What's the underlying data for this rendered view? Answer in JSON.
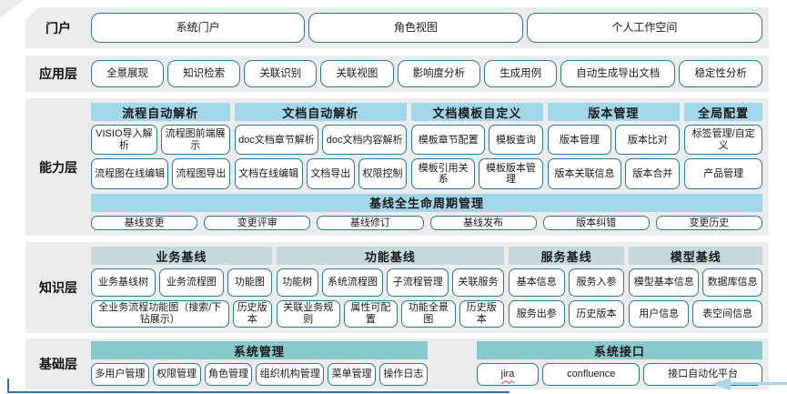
{
  "colors": {
    "band_background": "#ececec",
    "button_border": "#2b7a99",
    "capability_header": "#a2d6e9",
    "knowledge_header": "#c6d9da",
    "foundation_header": "#87cace",
    "bottom_corner_line": "#2e74b5",
    "arrow": "#a9d6e8",
    "spellcheck_underline": "#d83a34"
  },
  "layers": [
    {
      "id": "portal",
      "label": "门户",
      "buttons": [
        "系统门户",
        "角色视图",
        "个人工作空间"
      ]
    },
    {
      "id": "application",
      "label": "应用层",
      "buttons": [
        "全景展现",
        "知识检索",
        "关联识别",
        "关联视图",
        "影响度分析",
        "生成用例",
        "自动生成导出文档",
        "稳定性分析"
      ]
    },
    {
      "id": "capability",
      "label": "能力层",
      "groups": [
        {
          "title": "流程自动解析",
          "rows": [
            [
              "VISIO导入解析",
              "流程图前端展示"
            ],
            [
              "流程图在线编辑",
              "流程图导出"
            ]
          ]
        },
        {
          "title": "文档自动解析",
          "rows": [
            [
              "doc文档章节解析",
              "doc文档内容解析"
            ],
            [
              "文档在线编辑",
              "文档导出",
              "权限控制"
            ]
          ]
        },
        {
          "title": "文档模板自定义",
          "rows": [
            [
              "模板章节配置",
              "模板查询"
            ],
            [
              "模板引用关系",
              "模板版本管理"
            ]
          ]
        },
        {
          "title": "版本管理",
          "rows": [
            [
              "版本管理",
              "版本比对"
            ],
            [
              "版本关联信息",
              "版本合并"
            ]
          ]
        },
        {
          "title": "全局配置",
          "rows": [
            [
              "标签管理/自定义"
            ],
            [
              "产品管理"
            ]
          ]
        }
      ],
      "baseline": {
        "title": "基线全生命周期管理",
        "buttons": [
          "基线变更",
          "变更评审",
          "基线修订",
          "基线发布",
          "版本纠错",
          "变更历史"
        ]
      }
    },
    {
      "id": "knowledge",
      "label": "知识层",
      "groups": [
        {
          "title": "业务基线",
          "rows": [
            [
              "业务基线树",
              "业务流程图",
              "功能图"
            ],
            [
              "全业务流程功能图（搜索/下钻展示）",
              "历史版本"
            ]
          ]
        },
        {
          "title": "功能基线",
          "rows": [
            [
              "功能树",
              "系统流程图",
              "子流程管理",
              "关联服务"
            ],
            [
              "关联业务规则",
              "属性可配置",
              "功能全景图",
              "历史版本"
            ]
          ]
        },
        {
          "title": "服务基线",
          "rows": [
            [
              "基本信息",
              "服务入参"
            ],
            [
              "服务出参",
              "历史版本"
            ]
          ]
        },
        {
          "title": "模型基线",
          "rows": [
            [
              "模型基本信息",
              "数据库信息"
            ],
            [
              "用户信息",
              "表空间信息"
            ]
          ]
        }
      ]
    },
    {
      "id": "foundation",
      "label": "基础层",
      "groups": [
        {
          "title": "系统管理",
          "rows": [
            [
              "多用户管理",
              "权限管理",
              "角色管理",
              "组织机构管理",
              "菜单管理",
              "操作日志"
            ]
          ]
        },
        {
          "title": "系统接口",
          "rows": [
            [
              {
                "label": "jira",
                "spellcheck_underline": true
              },
              "confluence",
              "接口自动化平台"
            ]
          ]
        }
      ]
    }
  ]
}
